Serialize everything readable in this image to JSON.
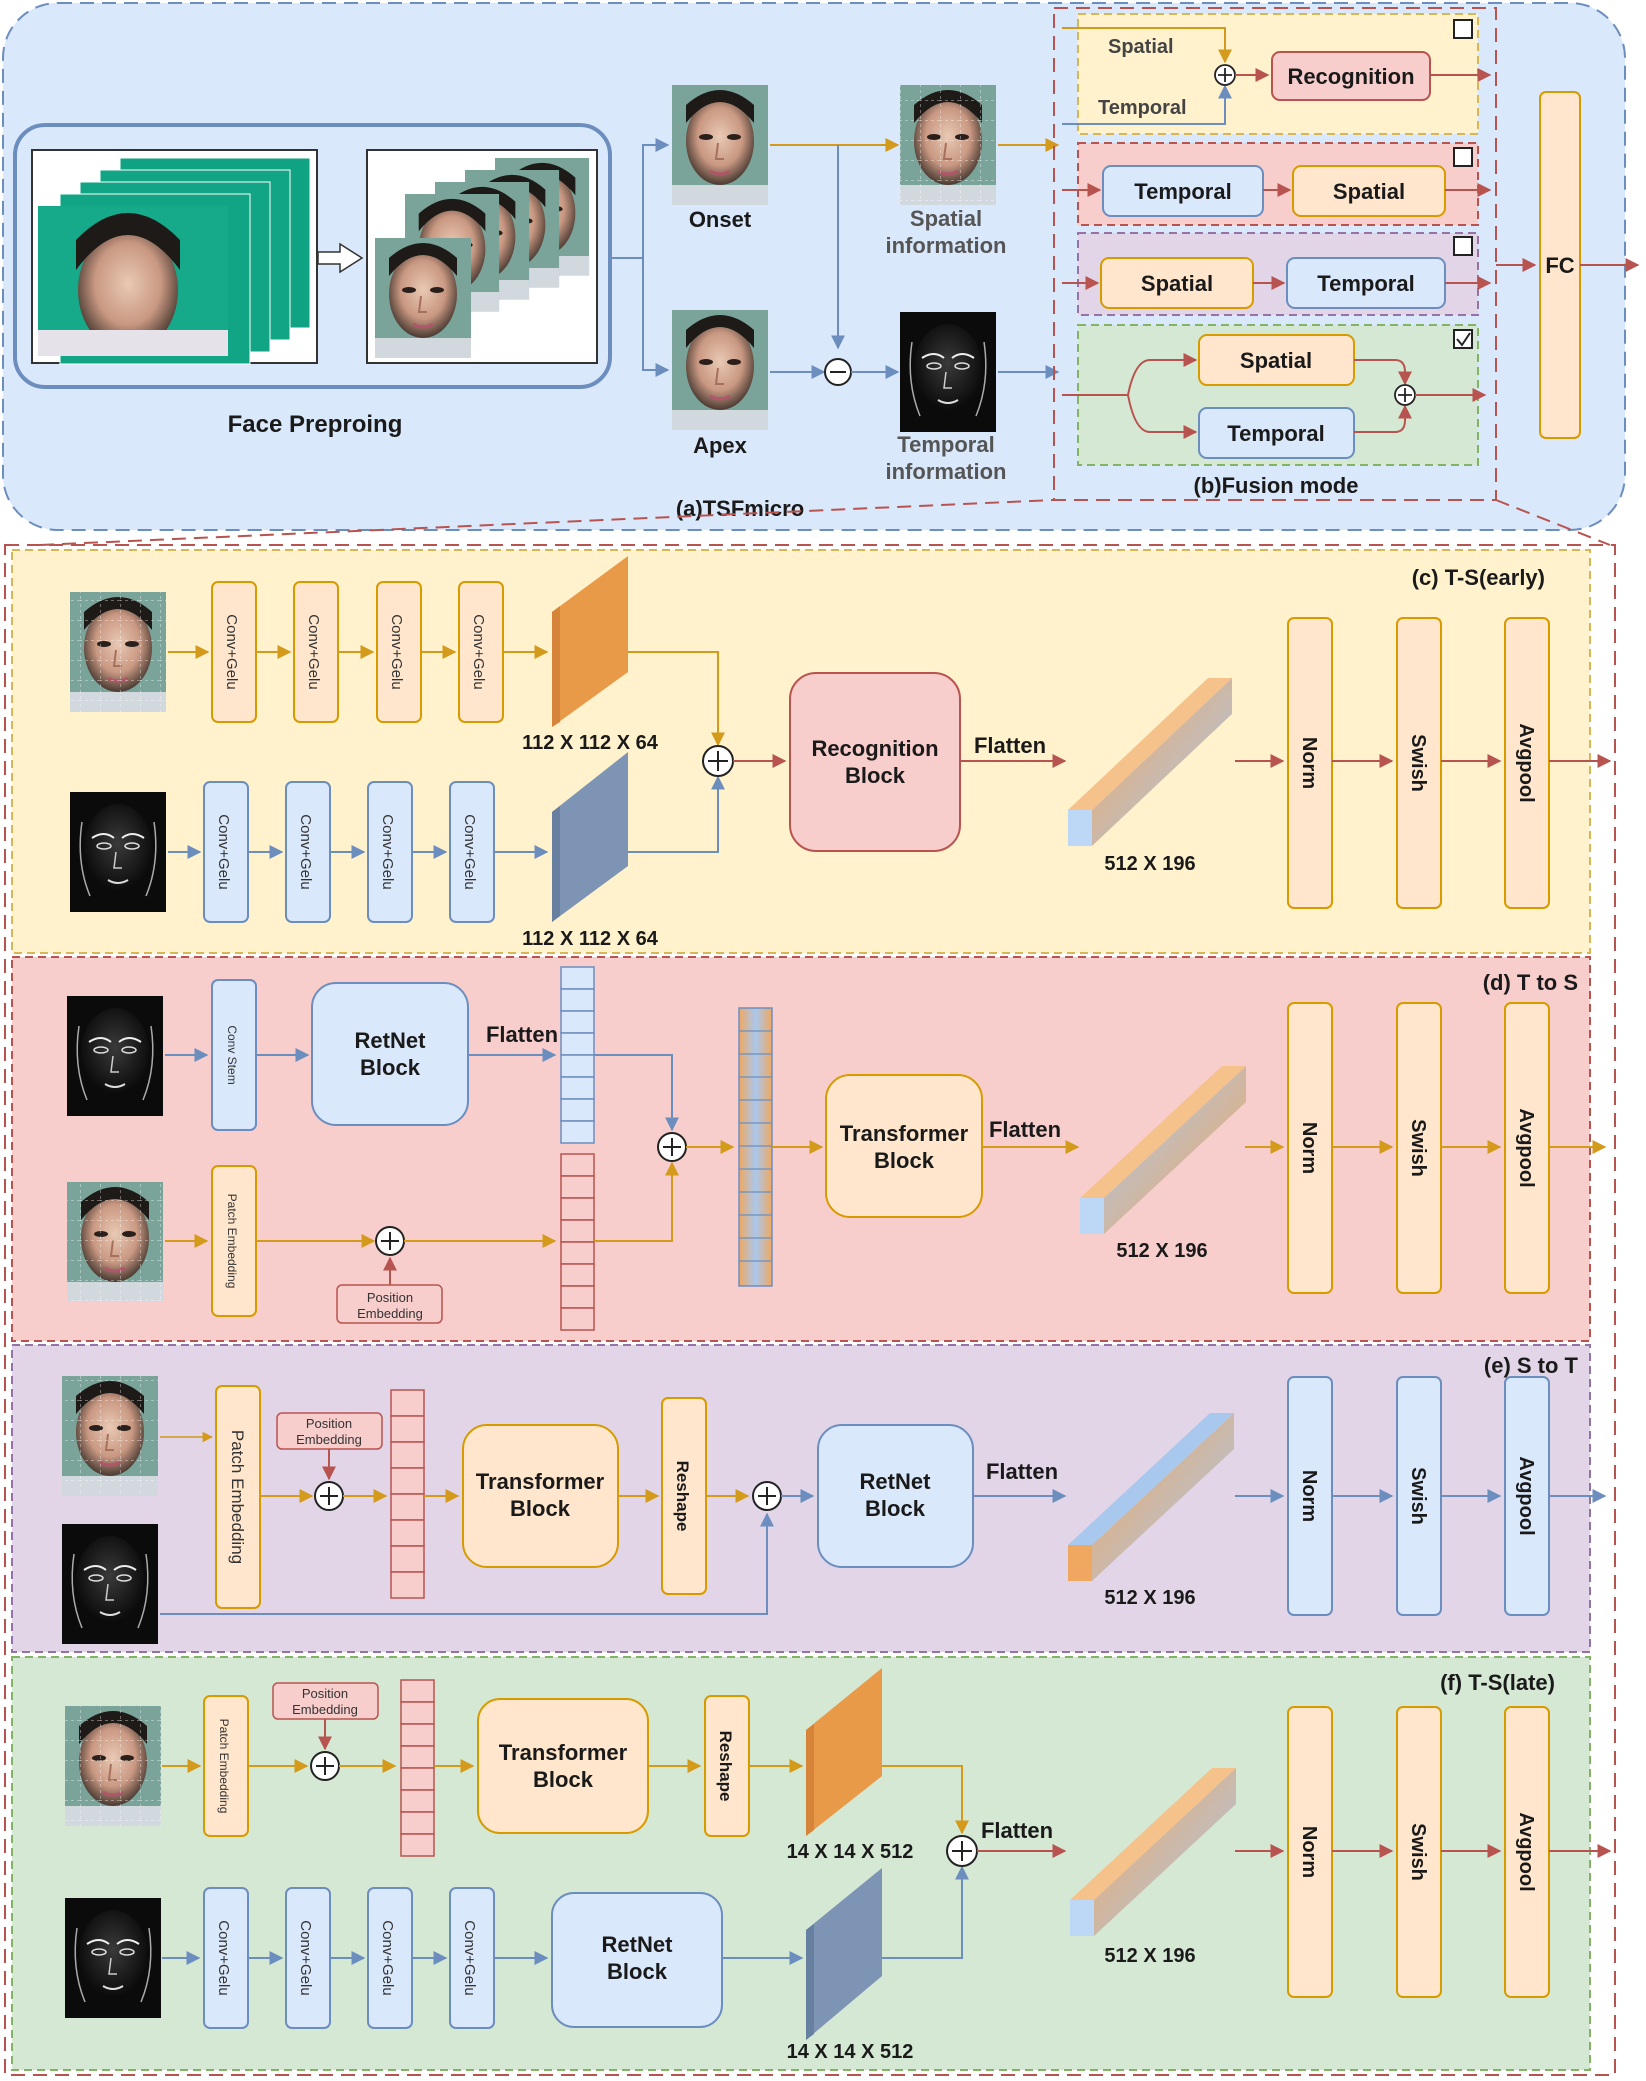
{
  "colors": {
    "orange_line": "#d39a1b",
    "blue_line": "#6c8ebf",
    "red_line": "#b85450",
    "orange_fill": "#ffe6cc",
    "orange_stroke": "#d79b00",
    "blue_fill": "#dae8fc",
    "blue_stroke": "#6c8ebf",
    "red_fill": "#f8cecc",
    "red_stroke": "#b85450",
    "bg_a": "#dae8fc",
    "bg_c": "#fff2cc",
    "bg_d": "#f8cecc",
    "bg_e": "#e1d5e7",
    "bg_f": "#d5e8d4"
  },
  "panel_a": {
    "title": "(a)TSFmicro",
    "face_preproc_label": "Face Preproing",
    "onset_label": "Onset",
    "apex_label": "Apex",
    "spatial_info": [
      "Spatial",
      "information"
    ],
    "temporal_info": [
      "Temporal",
      "information"
    ]
  },
  "panel_b": {
    "title": "(b)Fusion mode",
    "row1": {
      "top_label": "Spatial",
      "bottom_label": "Temporal",
      "block": "Recognition",
      "checked": false
    },
    "row2": {
      "first": "Temporal",
      "second": "Spatial",
      "checked": false
    },
    "row3": {
      "first": "Spatial",
      "second": "Temporal",
      "checked": false
    },
    "row4": {
      "top": "Spatial",
      "bottom": "Temporal",
      "checked": true
    },
    "fc_label": "FC"
  },
  "panel_c": {
    "title": "(c) T-S(early)",
    "conv_label": "Conv+Gelu",
    "top_dims": "112 X 112 X 64",
    "bottom_dims": "112 X 112 X 64",
    "block": [
      "Recognition",
      "Block"
    ],
    "flatten": "Flatten",
    "out_dims": "512 X 196",
    "norm": "Norm",
    "swish": "Swish",
    "avgpool": "Avgpool"
  },
  "panel_d": {
    "title": "(d) T to S",
    "conv_stem": "Conv Stem",
    "retnet": [
      "RetNet",
      "Block"
    ],
    "flatten1": "Flatten",
    "patch_embedding": "Patch Embedding",
    "position_embedding": [
      "Position",
      "Embedding"
    ],
    "transformer": [
      "Transformer",
      "Block"
    ],
    "flatten2": "Flatten",
    "out_dims": "512 X 196",
    "norm": "Norm",
    "swish": "Swish",
    "avgpool": "Avgpool"
  },
  "panel_e": {
    "title": "(e) S to T",
    "patch_embedding": "Patch Embedding",
    "position_embedding": [
      "Position",
      "Embedding"
    ],
    "transformer": [
      "Transformer",
      "Block"
    ],
    "reshape": "Reshape",
    "retnet": [
      "RetNet",
      "Block"
    ],
    "flatten": "Flatten",
    "out_dims": "512 X 196",
    "norm": "Norm",
    "swish": "Swish",
    "avgpool": "Avgpool"
  },
  "panel_f": {
    "title": "(f) T-S(late)",
    "patch_embedding": "Patch Embedding",
    "position_embedding": [
      "Position",
      "Embedding"
    ],
    "transformer": [
      "Transformer",
      "Block"
    ],
    "reshape": "Reshape",
    "top_dims": "14 X 14 X 512",
    "conv_label": "Conv+Gelu",
    "retnet": [
      "RetNet",
      "Block"
    ],
    "bottom_dims": "14 X 14 X 512",
    "flatten": "Flatten",
    "out_dims": "512 X 196",
    "norm": "Norm",
    "swish": "Swish",
    "avgpool": "Avgpool"
  }
}
